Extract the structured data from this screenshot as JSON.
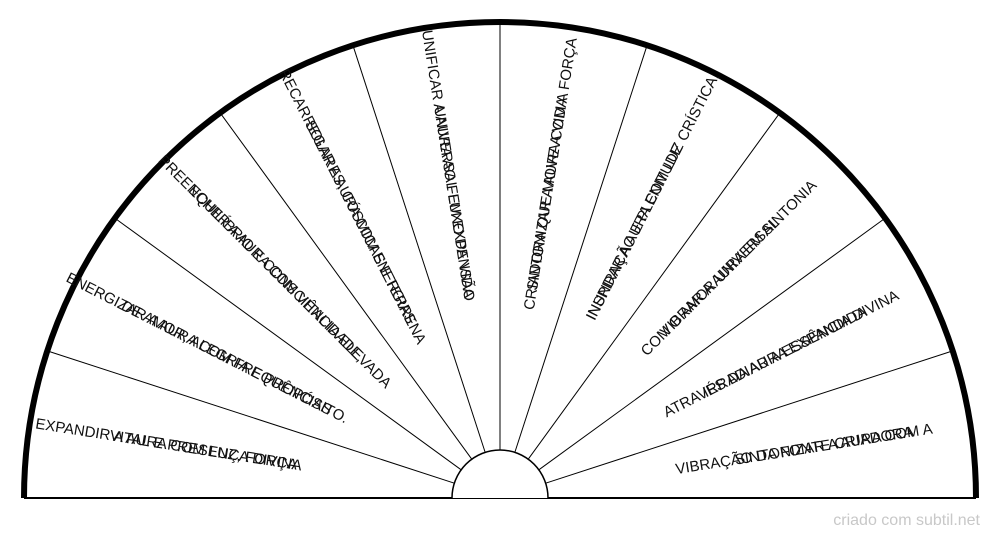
{
  "segments": [
    {
      "lines": [
        "EXPANDIR A AURA COM LUZ, FORÇA",
        "VITAL E PRESENÇA DIVINA"
      ]
    },
    {
      "lines": [
        "ENERGIZAR A AURA COM FREQUÊNCIAS",
        "DE AMOR, ALEGRIA E PROPÓSITO."
      ]
    },
    {
      "lines": [
        "PREENCHER A AURA COM VITALIDADE,",
        "EQUILÍBRIO E CONSCIÊNCIA ELEVADA"
      ]
    },
    {
      "lines": [
        "RECARREGAR A AURA COM ENERGIAS",
        "SOLARES, CÓSMICAS E TERRENA"
      ]
    },
    {
      "lines": [
        "UNIFICAR A AURA AO FLUXO DE VIDA",
        "UNIVERSAL EM EXPANSÃO"
      ]
    },
    {
      "lines": [
        "SINTONIZAR A AURA COM A FORÇA",
        "CRIADORA QUE MOVE A VIDA"
      ]
    },
    {
      "lines": [
        "INUNDAR A AURA COM LUZ CRÍSTICA,",
        "INSPIRAÇÃO E PLENITUDE"
      ]
    },
    {
      "lines": [
        "VIBRAR A AURA EM SINTONIA",
        "COM O AMOR UNIVERSAL"
      ]
    },
    {
      "lines": [
        "IRRADIAR A ESSÊNCIA DIVINA",
        "ATRAVÉS DA AURA EXPANDIDA"
      ]
    },
    {
      "lines": [
        "SINTONIZAR A AURA COM A",
        "VIBRAÇÃO DA FONTE CRIADORA"
      ]
    }
  ],
  "footer": {
    "text": "criado com subtil.net"
  }
}
